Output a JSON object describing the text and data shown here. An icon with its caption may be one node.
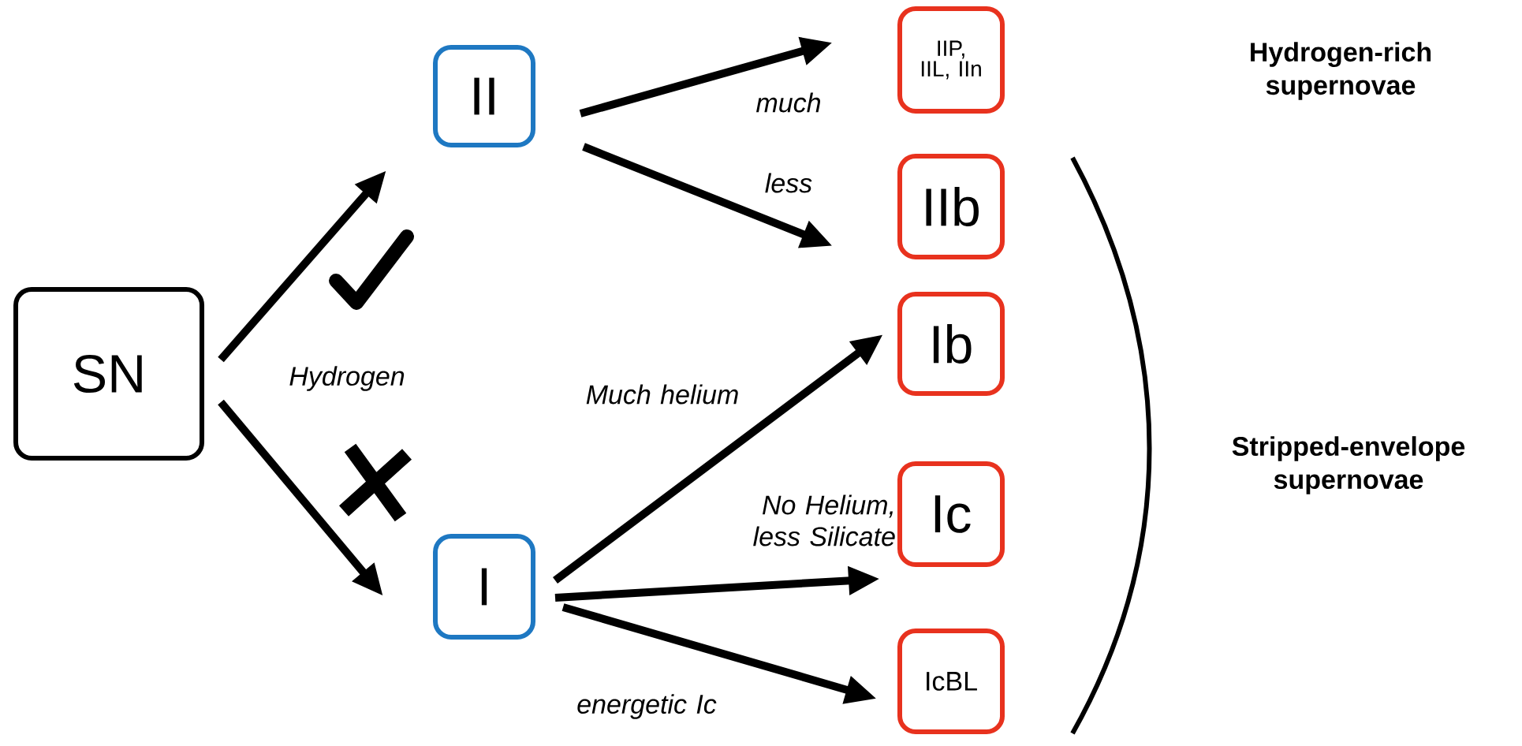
{
  "diagram": {
    "nodes": [
      {
        "text": [
          "SN"
        ]
      },
      {
        "text": [
          "II"
        ]
      },
      {
        "text": [
          "I"
        ]
      },
      {
        "text": [
          "IIP, IIL, IIn"
        ]
      },
      {
        "text": [
          "IIb"
        ]
      },
      {
        "text": [
          "Ib"
        ]
      },
      {
        "text": [
          "Ic"
        ]
      },
      {
        "text": [
          "IcBL"
        ]
      }
    ],
    "edges": [
      {
        "from": 0,
        "to": 1,
        "arrow": "to"
      },
      {
        "from": 0,
        "to": 2,
        "arrow": "to"
      },
      {
        "from": 1,
        "to": 3,
        "arrow": "to",
        "label": "much"
      },
      {
        "from": 1,
        "to": 4,
        "arrow": "to",
        "label": "less"
      },
      {
        "from": 2,
        "to": 5,
        "arrow": "to",
        "label": "Much helium"
      },
      {
        "from": 2,
        "to": 6,
        "arrow": "to",
        "label": "No Helium, less Silicate"
      },
      {
        "from": 2,
        "to": 7,
        "arrow": "to",
        "label": "energetic Ic"
      }
    ],
    "labels": [
      "Hydrogen",
      "Hydrogen-rich supernovae",
      "Stripped-envelope supernovae"
    ]
  }
}
